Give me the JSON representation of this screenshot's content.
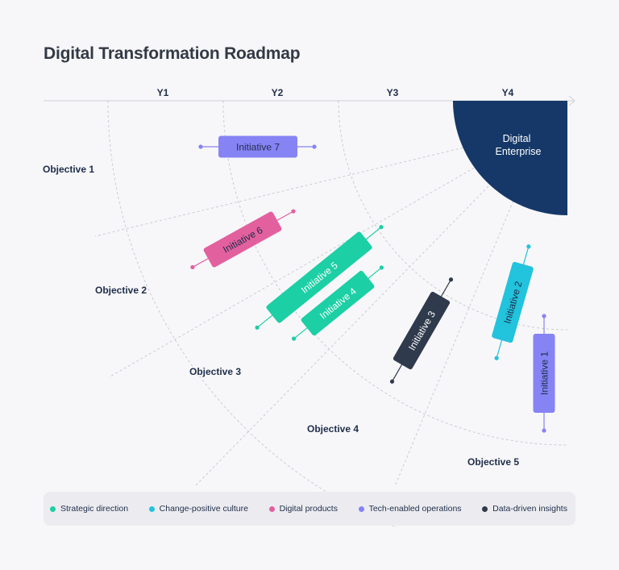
{
  "title": "Digital Transformation Roadmap",
  "colors": {
    "strategic": "#1ccfa4",
    "change": "#22c3dc",
    "digital": "#e3609f",
    "tech": "#8683f5",
    "data": "#2f3a4c",
    "target": "#153868",
    "text": "#1e2d4a"
  },
  "years": [
    "Y1",
    "Y2",
    "Y3",
    "Y4"
  ],
  "target_label": [
    "Digital",
    "Enterprise"
  ],
  "objectives": [
    "Objective 1",
    "Objective 2",
    "Objective 3",
    "Objective 4",
    "Objective 5"
  ],
  "initiatives": [
    {
      "label": "Initiative 7",
      "category": "tech"
    },
    {
      "label": "Initiative 6",
      "category": "digital"
    },
    {
      "label": "Initiative 5",
      "category": "strategic"
    },
    {
      "label": "Initiative 4",
      "category": "strategic"
    },
    {
      "label": "Initiative 3",
      "category": "data"
    },
    {
      "label": "Initiative 2",
      "category": "change"
    },
    {
      "label": "Initiative 1",
      "category": "tech"
    }
  ],
  "legend": [
    {
      "label": "Strategic direction",
      "color": "#1ccfa4"
    },
    {
      "label": "Change-positive culture",
      "color": "#22c3dc"
    },
    {
      "label": "Digital products",
      "color": "#e3609f"
    },
    {
      "label": "Tech-enabled operations",
      "color": "#8683f5"
    },
    {
      "label": "Data-driven insights",
      "color": "#2f3a4c"
    }
  ]
}
